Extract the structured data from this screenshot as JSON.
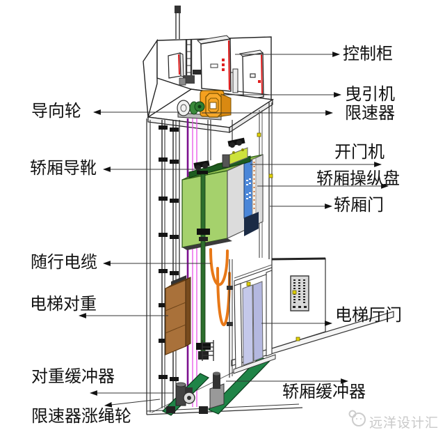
{
  "labels": {
    "left": [
      {
        "id": "guide-wheel",
        "text": "导向轮"
      },
      {
        "id": "car-guide-shoe",
        "text": "轿厢导靴"
      },
      {
        "id": "traveling-cable",
        "text": "随行电缆"
      },
      {
        "id": "elevator-counterweight",
        "text": "电梯对重"
      },
      {
        "id": "counterweight-buffer",
        "text": "对重缓冲器"
      },
      {
        "id": "governor-tension-pulley",
        "text": "限速器涨绳轮"
      }
    ],
    "right": [
      {
        "id": "control-cabinet",
        "text": "控制柜"
      },
      {
        "id": "traction-machine",
        "text": "曳引机"
      },
      {
        "id": "governor",
        "text": "限速器"
      },
      {
        "id": "door-operator",
        "text": "开门机"
      },
      {
        "id": "car-operating-panel",
        "text": "轿厢操纵盘"
      },
      {
        "id": "car-door",
        "text": "轿厢门"
      },
      {
        "id": "hall-door",
        "text": "电梯厅门"
      },
      {
        "id": "car-buffer",
        "text": "轿厢缓冲器"
      }
    ]
  },
  "watermark": {
    "text": "远洋设计汇"
  },
  "colors": {
    "car_green": "#a5d16c",
    "car_roof_green": "#8fbf4f",
    "crosshead_green": "#1e5c20",
    "counterweight_brown": "#a9713a",
    "traction_orange": "#f5a01e",
    "cable_orange": "#e87817",
    "governor_rope_purple": "#7b0f8e",
    "rope_magenta": "#e850e8",
    "cop_blue": "#4a86d8",
    "hall_door_lavender": "#c4c8ea",
    "buffer_base_green": "#1f8447",
    "cabinet_stripe_red": "#e02020"
  }
}
